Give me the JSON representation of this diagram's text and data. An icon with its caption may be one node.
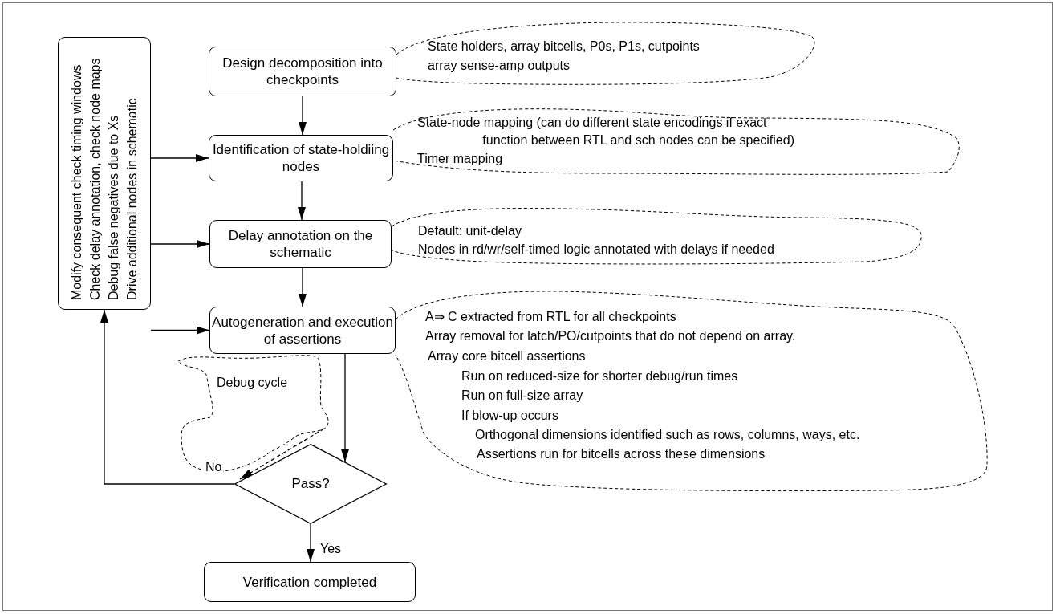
{
  "diagram": {
    "nodes": [
      {
        "text": [
          "Modify consequent check timing windows",
          "Check delay annotation, check node maps",
          "Debug false negatives due to Xs",
          "Drive additional nodes in schematic"
        ]
      },
      {
        "text": [
          "Design decomposition into checkpoints"
        ]
      },
      {
        "text": [
          "Identification of state-holdiing nodes"
        ]
      },
      {
        "text": [
          "Delay annotation on the schematic"
        ]
      },
      {
        "text": [
          "Autogeneration and execution of assertions"
        ]
      },
      {
        "text": [
          "Pass?"
        ]
      },
      {
        "text": [
          "Verification completed"
        ]
      },
      {
        "text": [
          "State holders, array bitcells, P0s, P1s, cutpoints",
          "array sense-amp outputs"
        ]
      },
      {
        "text": [
          "State-node mapping (can do different state encodings if exact function between RTL and sch nodes can be specified)",
          "Timer mapping"
        ]
      },
      {
        "text": [
          "Default: unit-delay",
          "Nodes in rd/wr/self-timed logic annotated with delays if needed"
        ]
      },
      {
        "text": [
          "A⇒ C extracted from RTL for all checkpoints",
          "Array removal for latch/PO/cutpoints that do not depend on array.",
          "Array core bitcell assertions",
          "Run on reduced-size for shorter debug/run times",
          "Run on full-size array",
          "If blow-up occurs",
          "Orthogonal dimensions identified such as rows, columns, ways, etc.",
          "Assertions run for bitcells across these dimensions"
        ]
      },
      {
        "text": [
          "Debug cycle"
        ]
      }
    ],
    "edges": [
      {
        "from": 1,
        "to": 2,
        "arrow": "to"
      },
      {
        "from": 2,
        "to": 3,
        "arrow": "to"
      },
      {
        "from": 3,
        "to": 4,
        "arrow": "to"
      },
      {
        "from": 4,
        "to": 5,
        "arrow": "to"
      },
      {
        "from": 5,
        "to": 6,
        "arrow": "to",
        "label": "Yes"
      },
      {
        "from": 5,
        "to": 0,
        "arrow": "to",
        "label": "No"
      },
      {
        "from": 0,
        "to": 2,
        "arrow": "to"
      },
      {
        "from": 0,
        "to": 3,
        "arrow": "to"
      },
      {
        "from": 0,
        "to": 4,
        "arrow": "to"
      },
      {
        "from": 11,
        "to": 5,
        "arrow": "to",
        "style": "dashed"
      }
    ]
  }
}
